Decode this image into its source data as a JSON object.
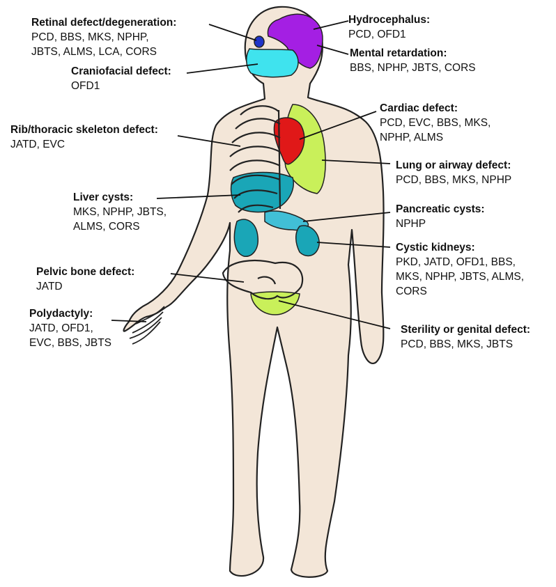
{
  "colors": {
    "skin": "#f3e6d8",
    "outline": "#222222",
    "brain": "#a41fe3",
    "eye": "#1f34c8",
    "face": "#3fe3ee",
    "heart": "#e01818",
    "lung": "#c9f05a",
    "liver_kidney": "#1aa6b7",
    "pancreas": "#41bfd6",
    "genital": "#c9f05a"
  },
  "labels": [
    {
      "key": "retinal",
      "title": "Retinal defect/degeneration:",
      "items": [
        "PCD, BBS, MKS, NPHP,",
        "JBTS, ALMS, LCA, CORS"
      ]
    },
    {
      "key": "craniofacial",
      "title": "Craniofacial defect:",
      "items": [
        "OFD1"
      ]
    },
    {
      "key": "hydrocephalus",
      "title": "Hydrocephalus:",
      "items": [
        "PCD, OFD1"
      ]
    },
    {
      "key": "mental",
      "title": "Mental retardation:",
      "items": [
        "BBS, NPHP, JBTS, CORS"
      ]
    },
    {
      "key": "rib",
      "title": "Rib/thoracic skeleton defect:",
      "items": [
        "JATD, EVC"
      ]
    },
    {
      "key": "cardiac",
      "title": "Cardiac defect:",
      "items": [
        "PCD, EVC, BBS, MKS,",
        "NPHP, ALMS"
      ]
    },
    {
      "key": "lung",
      "title": "Lung or airway defect:",
      "items": [
        "PCD, BBS, MKS, NPHP"
      ]
    },
    {
      "key": "liver",
      "title": "Liver cysts:",
      "items": [
        "MKS, NPHP, JBTS,",
        "ALMS, CORS"
      ]
    },
    {
      "key": "pancreatic",
      "title": "Pancreatic cysts:",
      "items": [
        "NPHP"
      ]
    },
    {
      "key": "kidney",
      "title": "Cystic kidneys:",
      "items": [
        "PKD, JATD, OFD1, BBS,",
        "MKS, NPHP, JBTS, ALMS,",
        "CORS"
      ]
    },
    {
      "key": "pelvic",
      "title": "Pelvic bone defect:",
      "items": [
        "JATD"
      ]
    },
    {
      "key": "polydactyly",
      "title": "Polydactyly:",
      "items": [
        "JATD, OFD1,",
        "EVC, BBS, JBTS"
      ]
    },
    {
      "key": "sterility",
      "title": "Sterility or genital defect:",
      "items": [
        "PCD, BBS, MKS, JBTS"
      ]
    }
  ]
}
